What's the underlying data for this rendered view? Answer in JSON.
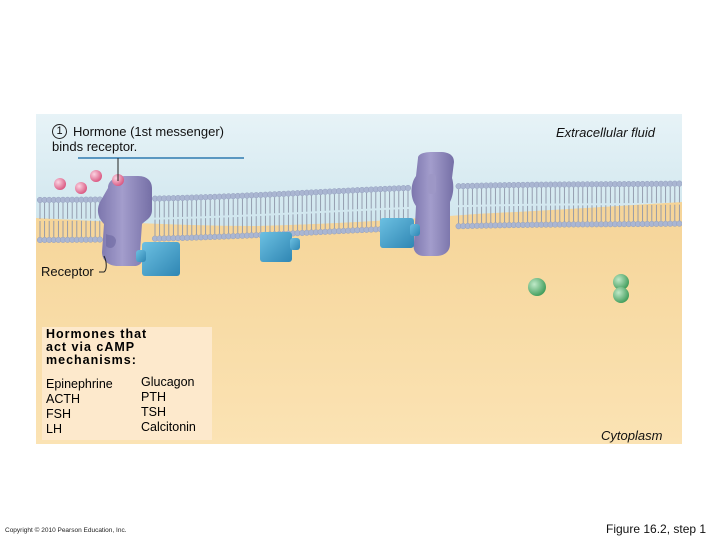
{
  "step": {
    "number": "1",
    "line1": "Hormone (1st messenger)",
    "line2": "binds receptor."
  },
  "regions": {
    "extracellular": "Extracellular fluid",
    "cytoplasm": "Cytoplasm"
  },
  "receptor_label": "Receptor",
  "hormones_box": {
    "title_lines": [
      "Hormones that",
      "act via cAMP",
      "mechanisms:"
    ],
    "col1": [
      "Epinephrine",
      "ACTH",
      "FSH",
      "LH"
    ],
    "col2": [
      "Glucagon",
      "PTH",
      "TSH",
      "Calcitonin"
    ]
  },
  "footer": {
    "copyright": "Copyright © 2010 Pearson Education, Inc.",
    "figure": "Figure 16.2, step 1"
  },
  "colors": {
    "extracellular": "#d8ecf3",
    "cytoplasm": "#f2cd8c",
    "membrane_head": "#a9b7d3",
    "receptor": "#8a84b8",
    "g_protein": "#4aa3cd",
    "hormone": "#e56d9d",
    "green_sphere": "#5fb878"
  }
}
